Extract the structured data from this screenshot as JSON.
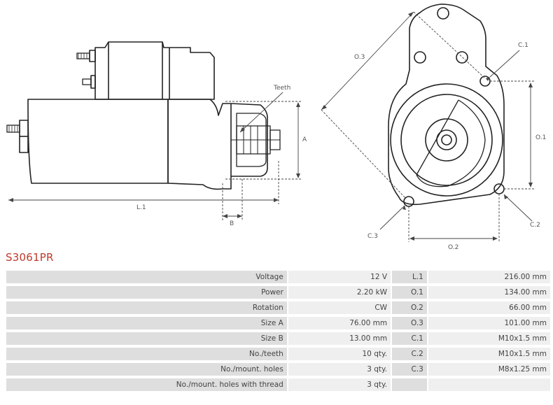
{
  "product": {
    "part_number": "S3061PR"
  },
  "diagram_labels": {
    "teeth": "Teeth",
    "a": "A",
    "b": "B",
    "l1": "L.1",
    "o3": "O.3",
    "c1": "C.1",
    "o1": "O.1",
    "c2": "C.2",
    "c3": "C.3",
    "o2": "O.2"
  },
  "specs": [
    {
      "label": "Voltage",
      "value": "12 V",
      "dim": "L.1",
      "dim_value": "216.00 mm"
    },
    {
      "label": "Power",
      "value": "2.20 kW",
      "dim": "O.1",
      "dim_value": "134.00 mm"
    },
    {
      "label": "Rotation",
      "value": "CW",
      "dim": "O.2",
      "dim_value": "66.00 mm"
    },
    {
      "label": "Size A",
      "value": "76.00 mm",
      "dim": "O.3",
      "dim_value": "101.00 mm"
    },
    {
      "label": "Size B",
      "value": "13.00 mm",
      "dim": "C.1",
      "dim_value": "M10x1.5 mm"
    },
    {
      "label": "No./teeth",
      "value": "10 qty.",
      "dim": "C.2",
      "dim_value": "M10x1.5 mm"
    },
    {
      "label": "No./mount. holes",
      "value": "3 qty.",
      "dim": "C.3",
      "dim_value": "M8x1.25 mm"
    },
    {
      "label": "No./mount. holes with thread",
      "value": "3 qty.",
      "dim": "",
      "dim_value": ""
    }
  ]
}
